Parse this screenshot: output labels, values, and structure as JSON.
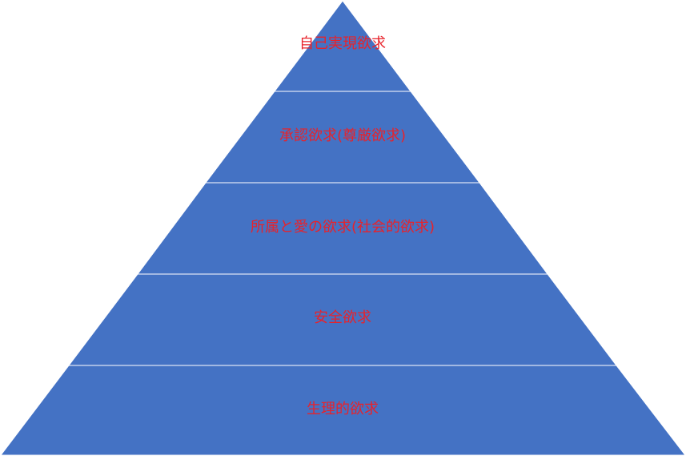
{
  "diagram": {
    "label_color": "#E8222A",
    "tier_fill": "#4472C4",
    "tiers": [
      {
        "label": "自己実現欲求"
      },
      {
        "label": "承認欲求(尊厳欲求)"
      },
      {
        "label": "所属と愛の欲求(社会的欲求)"
      },
      {
        "label": "安全欲求"
      },
      {
        "label": "生理的欲求"
      }
    ]
  }
}
